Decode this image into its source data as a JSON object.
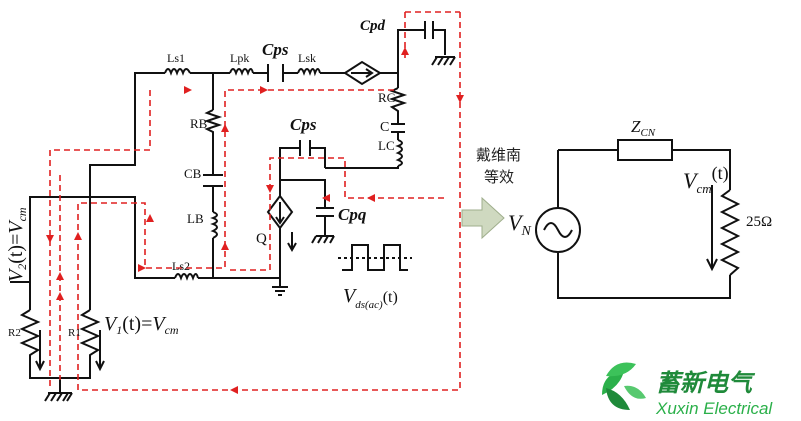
{
  "circuit": {
    "source_left_1": {
      "sym": "V",
      "sub": "2",
      "arg": "(t)=",
      "rhs": "V",
      "rhs_sub": "cm"
    },
    "source_left_2": {
      "sym": "V",
      "sub": "1",
      "arg": "(t)=",
      "rhs": "V",
      "rhs_sub": "cm"
    },
    "resistors": {
      "r2": "R2",
      "r1": "R1",
      "rb": "RB",
      "rc": "RC"
    },
    "inductors": {
      "ls1": "Ls1",
      "lpk": "Lpk",
      "lsk": "Lsk",
      "lb": "LB",
      "lc": "LC",
      "ls2": "Ls2"
    },
    "capacitors": {
      "cps_top": "Cps",
      "cpd": "Cpd",
      "cps_mid": "Cps",
      "cpq": "Cpq",
      "cb": "CB",
      "c": "C"
    },
    "switch_label": "Q",
    "vds": {
      "sym": "V",
      "sub": "ds(ac)",
      "arg": "(t)"
    }
  },
  "thevenin": {
    "title_line1": "戴维南",
    "title_line2": "等效",
    "vn": {
      "sym": "V",
      "sub": "N"
    },
    "zcn": {
      "sym": "Z",
      "sub": "CN"
    },
    "vcm": {
      "sym": "V",
      "sub": "cm",
      "arg": "(t)"
    },
    "load": "25Ω"
  },
  "logo": {
    "cn": "蓄新电气",
    "en": "Xuxin Electrical",
    "colors": {
      "green": "#2bb04a",
      "dark": "#1f8a3a"
    }
  },
  "colors": {
    "wire": "#111111",
    "loop": "#e02020",
    "arrow": "#c9d6b8"
  }
}
